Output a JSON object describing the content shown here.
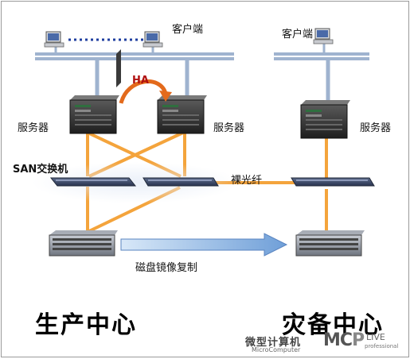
{
  "labels": {
    "client_left": "客户端",
    "client_right": "客户端",
    "server_left": "服务器",
    "server_mid": "服务器",
    "server_right": "服务器",
    "san_switch": "SAN交换机",
    "fiber": "裸光纤",
    "ha": "HA",
    "mirror": "磁盘镜像复制",
    "production_center": "生产中心",
    "dr_center": "灾备中心"
  },
  "watermark": {
    "cn": "微型计算机",
    "en": "MicroComputer",
    "logo_a": "MC",
    "logo_b": "P",
    "logo_c": "LIVE",
    "pro": "professional"
  },
  "colors": {
    "fiber": "#f4a43c",
    "network": "#9fb3cf",
    "dotted": "#1f3fa0",
    "arrow": "#6f9fd8"
  }
}
